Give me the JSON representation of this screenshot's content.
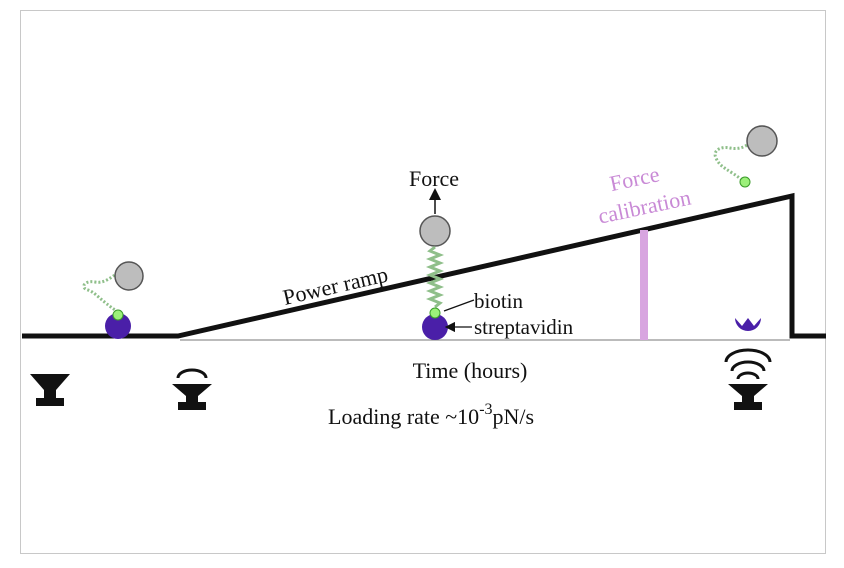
{
  "labels": {
    "force": "Force",
    "force_calibration_line1": "Force",
    "force_calibration_line2": "calibration",
    "power_ramp": "Power ramp",
    "biotin": "biotin",
    "streptavidin": "streptavidin",
    "time_axis": "Time (hours)",
    "loading_rate_prefix": "Loading rate ~10",
    "loading_rate_exponent": "-3",
    "loading_rate_unit": "pN/s"
  },
  "colors": {
    "ramp": "#111111",
    "calibration": "#c98ad6",
    "streptavidin": "#4a1fa8",
    "biotin": "#9cf07a",
    "bead": "#bdbdbd",
    "dna": "#8fbf8a",
    "speaker": "#111111"
  },
  "icons": [
    "speaker-off-icon",
    "speaker-low-icon",
    "speaker-high-icon"
  ]
}
